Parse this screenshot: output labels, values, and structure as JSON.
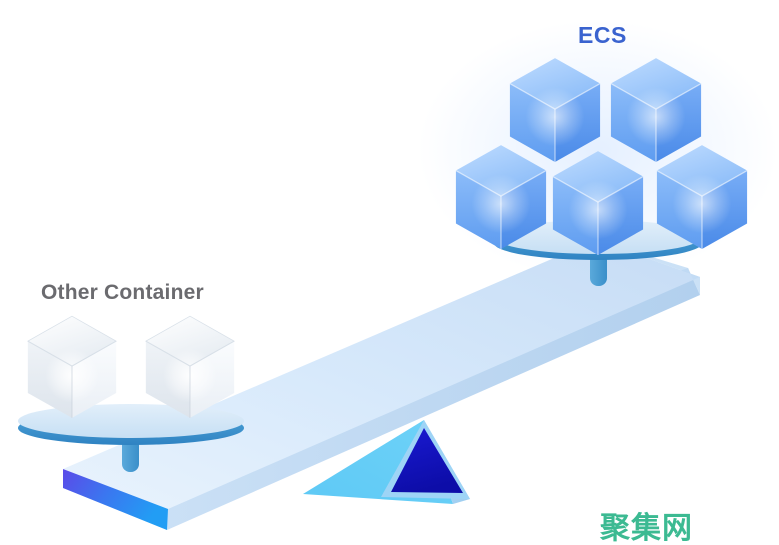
{
  "illustration": {
    "title_alt": "Balance scale comparing ECS and Other Container",
    "background_color": "#ffffff"
  },
  "labels": {
    "ecs": "ECS",
    "ecs_color": "#3a63cf",
    "other_container": "Other Container",
    "other_container_color": "#6b6b6f"
  },
  "watermark": {
    "text": "聚集网",
    "color": "#3cba92"
  },
  "colors": {
    "beam_top": "#dbeafb",
    "beam_top_light": "#eef5fd",
    "beam_side": "#b9d6f2",
    "beam_endcap_from": "#5246ea",
    "beam_endcap_to": "#2a9bf2",
    "tray_surface": "#d4e7f7",
    "tray_rim": "#3d93cf",
    "tray_stem": "#4a9ed4",
    "fulcrum_left_face": "#62ccf5",
    "fulcrum_right_face": "#a9d8f5",
    "fulcrum_front_triangle": "#1414c8",
    "cube_blue_top": "#a8cdfb",
    "cube_blue_left": "#6fa9f5",
    "cube_blue_right": "#4f90ee",
    "cube_white_top": "#fbfcfe",
    "cube_white_left": "#e7ecf1",
    "cube_white_right": "#f3f6f9"
  },
  "scale": {
    "tilt_description": "Right pan loaded with 5 ECS cubes sits high; left pan with 2 white cubes sits low",
    "left_pan": {
      "name": "Other Container pan",
      "cube_count": 2,
      "cube_style": "white-translucent"
    },
    "right_pan": {
      "name": "ECS pan",
      "cube_count": 5,
      "cube_style": "blue-translucent",
      "rows": [
        2,
        3
      ]
    },
    "fulcrum": {
      "name": "pyramid fulcrum",
      "shape": "pyramid"
    }
  }
}
